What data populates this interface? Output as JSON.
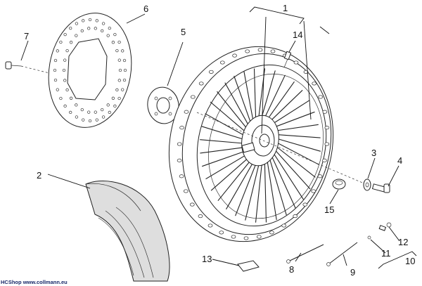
{
  "callouts": {
    "c1": "1",
    "c2": "2",
    "c3": "3",
    "c4": "4",
    "c5": "5",
    "c6": "6",
    "c7": "7",
    "c8": "8",
    "c9": "9",
    "c10": "10",
    "c11": "11",
    "c12": "12",
    "c13": "13",
    "c14": "14",
    "c15": "15"
  },
  "footer": {
    "brand": "HCShop",
    "url": "www.collmann.eu"
  },
  "colors": {
    "line": "#222222",
    "tyre": "#dedede",
    "label": "#111111",
    "footer": "#1a2a6a"
  }
}
